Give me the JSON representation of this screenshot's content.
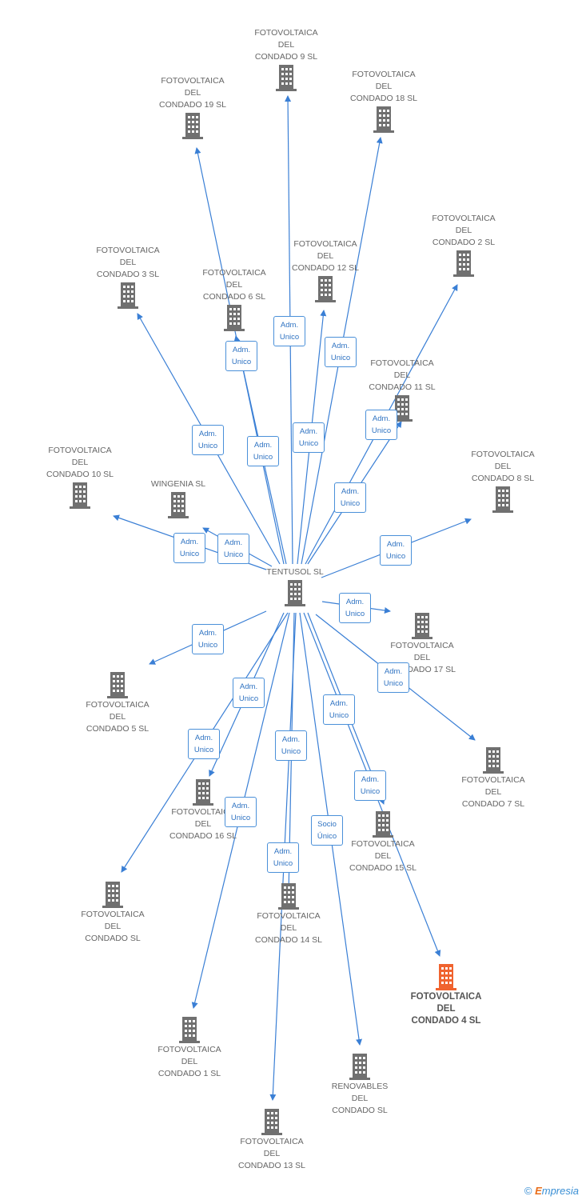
{
  "colors": {
    "edge": "#3a7fd5",
    "building": "#707070",
    "highlight": "#f0632f"
  },
  "center": {
    "name": "TENTUSOL SL"
  },
  "nodes": [
    {
      "id": "n9",
      "name": "FOTOVOLTAICA\nDEL\nCONDADO 9 SL"
    },
    {
      "id": "n19",
      "name": "FOTOVOLTAICA\nDEL\nCONDADO 19 SL"
    },
    {
      "id": "n18",
      "name": "FOTOVOLTAICA\nDEL\nCONDADO 18 SL"
    },
    {
      "id": "n2",
      "name": "FOTOVOLTAICA\nDEL\nCONDADO 2 SL"
    },
    {
      "id": "n3",
      "name": "FOTOVOLTAICA\nDEL\nCONDADO 3 SL"
    },
    {
      "id": "n12",
      "name": "FOTOVOLTAICA\nDEL\nCONDADO 12 SL"
    },
    {
      "id": "n6",
      "name": "FOTOVOLTAICA\nDEL\nCONDADO 6 SL"
    },
    {
      "id": "n11",
      "name": "FOTOVOLTAICA\nDEL\nCONDADO 11 SL"
    },
    {
      "id": "n10",
      "name": "FOTOVOLTAICA\nDEL\nCONDADO 10 SL"
    },
    {
      "id": "wing",
      "name": "WINGENIA SL"
    },
    {
      "id": "n8",
      "name": "FOTOVOLTAICA\nDEL\nCONDADO 8 SL"
    },
    {
      "id": "n17",
      "name": "FOTOVOLTAICA\nDEL\nCONDADO 17 SL"
    },
    {
      "id": "n5",
      "name": "FOTOVOLTAICA\nDEL\nCONDADO 5 SL"
    },
    {
      "id": "n7",
      "name": "FOTOVOLTAICA\nDEL\nCONDADO 7 SL"
    },
    {
      "id": "n16",
      "name": "FOTOVOLTAICA\nDEL\nCONDADO 16 SL"
    },
    {
      "id": "n15",
      "name": "FOTOVOLTAICA\nDEL\nCONDADO 15 SL"
    },
    {
      "id": "n0",
      "name": "FOTOVOLTAICA\nDEL\nCONDADO SL"
    },
    {
      "id": "n14",
      "name": "FOTOVOLTAICA\nDEL\nCONDADO 14 SL"
    },
    {
      "id": "n4",
      "name": "FOTOVOLTAICA\nDEL\nCONDADO 4 SL",
      "highlight": true
    },
    {
      "id": "n1",
      "name": "FOTOVOLTAICA\nDEL\nCONDADO 1 SL"
    },
    {
      "id": "ren",
      "name": "RENOVABLES\nDEL\nCONDADO SL"
    },
    {
      "id": "n13",
      "name": "FOTOVOLTAICA\nDEL\nCONDADO 13 SL"
    }
  ],
  "edge_labels": [
    "Adm.\nUnico",
    "Adm.\nUnico",
    "Adm.\nUnico",
    "Adm.\nUnico",
    "Adm.\nUnico",
    "Adm.\nUnico",
    "Adm.\nUnico",
    "Adm.\nUnico",
    "Adm.\nUnico",
    "Adm.\nUnico",
    "Adm.\nUnico",
    "Adm.\nUnico",
    "Adm.\nUnico",
    "Adm.\nUnico",
    "Adm.\nUnico",
    "Adm.\nUnico",
    "Adm.\nUnico",
    "Adm.\nUnico",
    "Adm.\nUnico",
    "Adm.\nUnico",
    "Socio\nÚnico",
    "Adm.\nUnico"
  ],
  "footer": {
    "copyright": "©",
    "brand_first": "E",
    "brand_rest": "mpresia"
  }
}
